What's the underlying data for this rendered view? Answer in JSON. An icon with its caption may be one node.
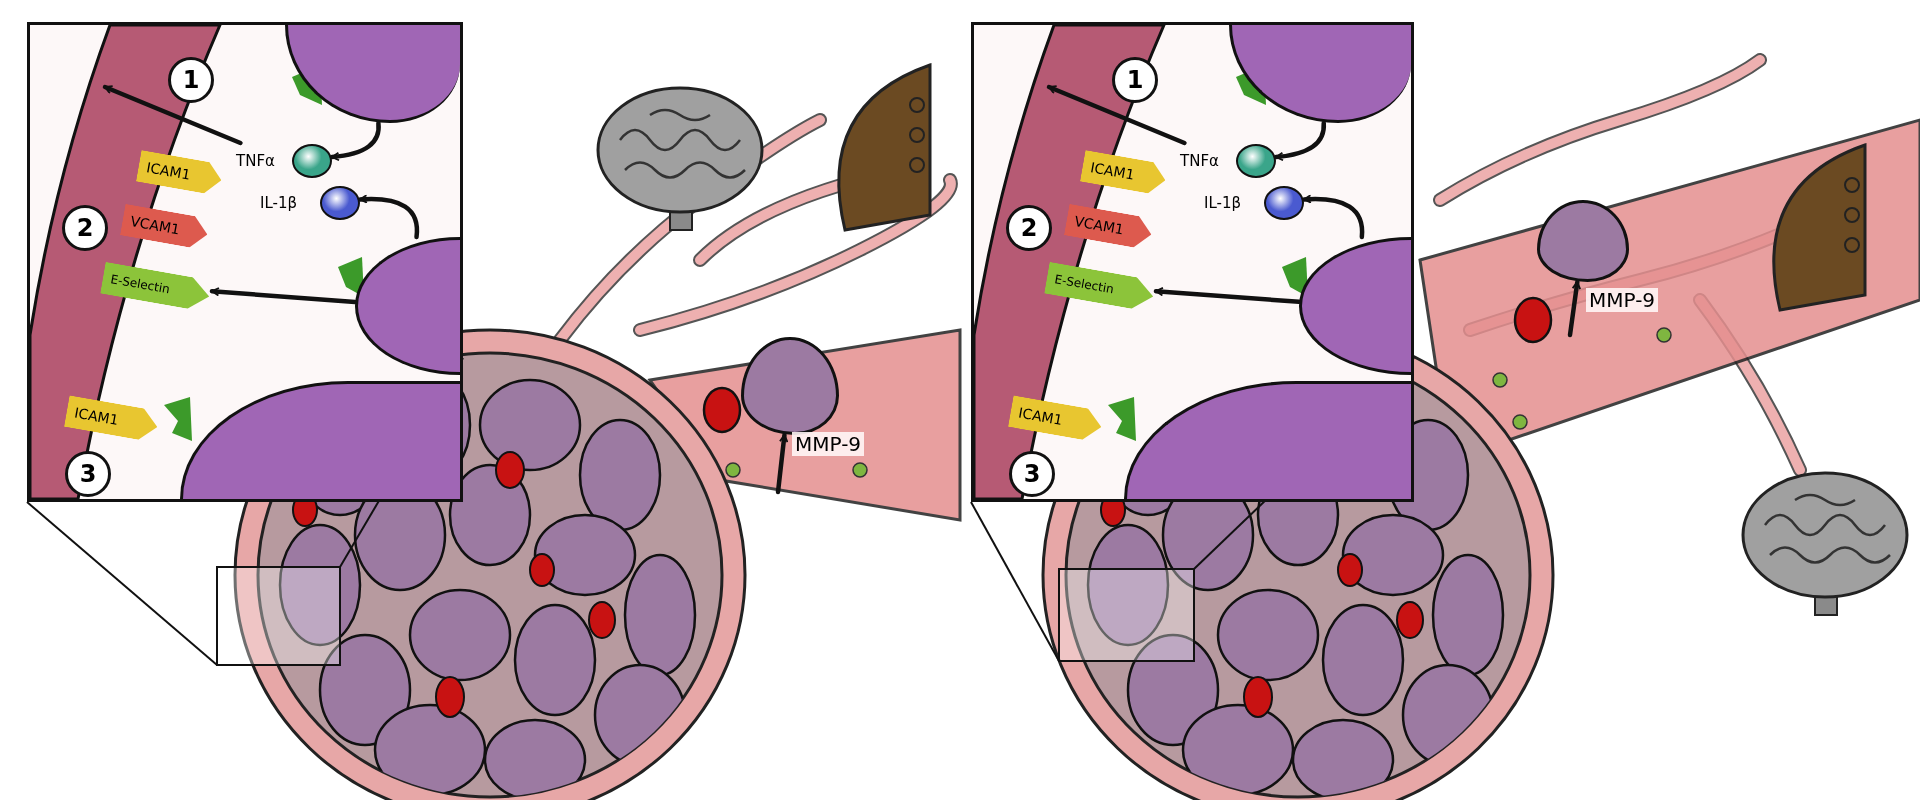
{
  "diagram": {
    "nodes": [
      {
        "text": [],
        "shape": "box"
      },
      {
        "text": [
          "1"
        ],
        "in": 0
      },
      {
        "text": [
          "ICAM1"
        ],
        "in": 0
      },
      {
        "text": [
          "2"
        ],
        "in": 0
      },
      {
        "text": [
          "VCAM1"
        ],
        "in": 0
      },
      {
        "text": [
          "E-Selectin"
        ],
        "in": 0
      },
      {
        "text": [
          "ICAM1"
        ],
        "in": 0
      },
      {
        "text": [
          "3"
        ],
        "in": 0
      },
      {
        "text": [],
        "shape": "circle",
        "beside": [
          "TNFα"
        ],
        "in": 0
      },
      {
        "text": [],
        "shape": "circle",
        "beside": [
          "IL-1β"
        ],
        "in": 0
      },
      {
        "text": [],
        "shape": "circle",
        "in": 0
      },
      {
        "text": [],
        "shape": "circle",
        "in": 0
      },
      {
        "text": [],
        "shape": "circle",
        "in": 0
      },
      {
        "text": [],
        "shape": "circle"
      },
      {
        "text": [],
        "shape": "box"
      },
      {
        "text": [
          "1"
        ],
        "in": 14
      },
      {
        "text": [
          "ICAM1"
        ],
        "in": 14
      },
      {
        "text": [
          "2"
        ],
        "in": 14
      },
      {
        "text": [
          "VCAM1"
        ],
        "in": 14
      },
      {
        "text": [
          "E-Selectin"
        ],
        "in": 14
      },
      {
        "text": [
          "ICAM1"
        ],
        "in": 14
      },
      {
        "text": [
          "3"
        ],
        "in": 14
      },
      {
        "text": [],
        "shape": "circle",
        "beside": [
          "TNFα"
        ],
        "in": 14
      },
      {
        "text": [],
        "shape": "circle",
        "beside": [
          "IL-1β"
        ],
        "in": 14
      },
      {
        "text": [],
        "shape": "circle",
        "in": 14
      },
      {
        "text": [],
        "shape": "circle",
        "in": 14
      },
      {
        "text": [],
        "shape": "circle",
        "in": 14
      },
      {
        "text": [],
        "shape": "circle"
      }
    ],
    "edges": [
      {
        "from": 10,
        "to": 8,
        "arrow": "to"
      },
      {
        "from": 11,
        "to": 9,
        "arrow": "to"
      },
      {
        "from": 8,
        "to": null,
        "arrow": "to"
      },
      {
        "from": 11,
        "to": 5,
        "arrow": "to"
      },
      {
        "from": null,
        "to": 13,
        "arrow": "to",
        "label": "MMP-9"
      },
      {
        "from": 24,
        "to": 22,
        "arrow": "to"
      },
      {
        "from": 25,
        "to": 23,
        "arrow": "to"
      },
      {
        "from": 22,
        "to": null,
        "arrow": "to"
      },
      {
        "from": 25,
        "to": 19,
        "arrow": "to"
      },
      {
        "from": null,
        "to": 27,
        "arrow": "to",
        "label": "MMP-9"
      }
    ]
  }
}
